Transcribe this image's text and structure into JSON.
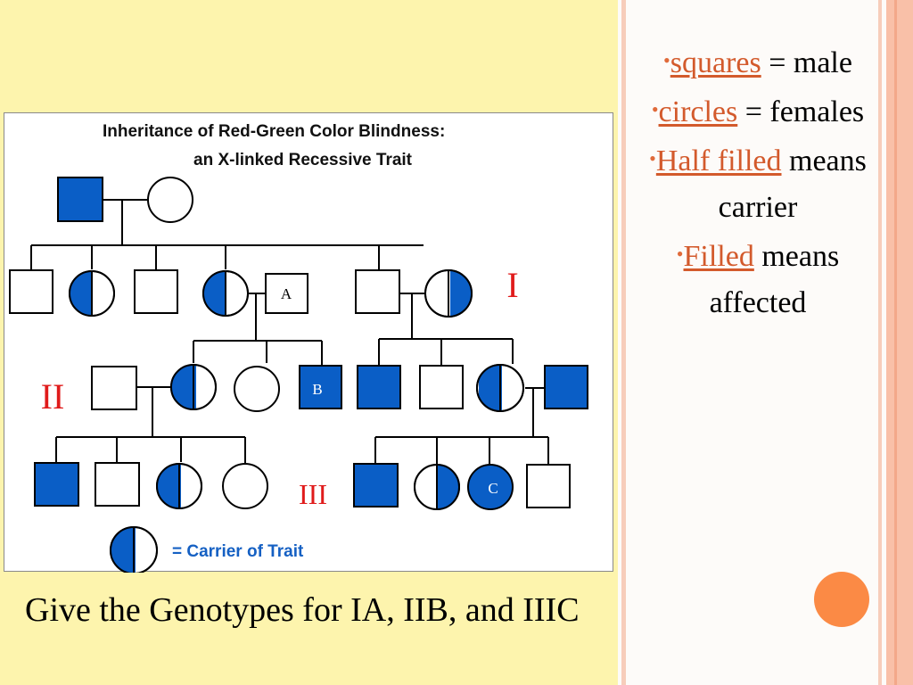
{
  "legend": [
    {
      "term": "squares",
      "rest": " = male"
    },
    {
      "term": "circles",
      "rest": " = females"
    },
    {
      "term": "Half filled",
      "rest": " means carrier"
    },
    {
      "term": "Filled",
      "rest": " means affected"
    }
  ],
  "diagram": {
    "title_line1": "Inheritance of Red-Green Color Blindness:",
    "title_line2": "an X-linked Recessive Trait",
    "carrier_key": "= Carrier of Trait",
    "generation_labels": [
      "I",
      "II",
      "III"
    ],
    "individual_labels": [
      "A",
      "B",
      "C"
    ]
  },
  "question": "Give the Genotypes for IA, IIB, and IIIC",
  "colors": {
    "affected": "#0a5ec6",
    "accent_red": "#e01b1b",
    "legend_term": "#d35a2c",
    "slide_background": "#fdf4ad",
    "orange_dot": "#fb8a45"
  }
}
